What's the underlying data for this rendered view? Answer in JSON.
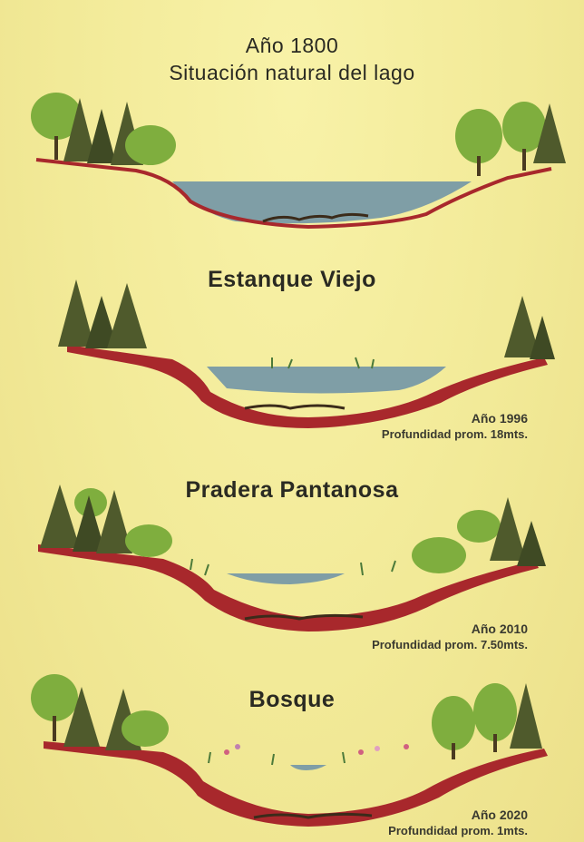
{
  "stages": [
    {
      "id": "natural",
      "title_lines": [
        "Año 1800",
        "Situación natural del lago"
      ]
    },
    {
      "id": "estanque-viejo",
      "title": "Estanque Viejo",
      "year_label": "Año 1996",
      "depth_label": "Profundidad prom. 18mts."
    },
    {
      "id": "pradera-pantanosa",
      "title": "Pradera Pantanosa",
      "year_label": "Año 2010",
      "depth_label": "Profundidad prom. 7.50mts."
    },
    {
      "id": "bosque",
      "title": "Bosque",
      "year_label": "Año 2020",
      "depth_label": "Profundidad prom. 1mts."
    }
  ],
  "colors": {
    "background": "#f3ec9c",
    "soil": "#a8282c",
    "water": "#7f9ea6",
    "conifer": "#4f5a2c",
    "deciduous": "#7fae3e"
  }
}
